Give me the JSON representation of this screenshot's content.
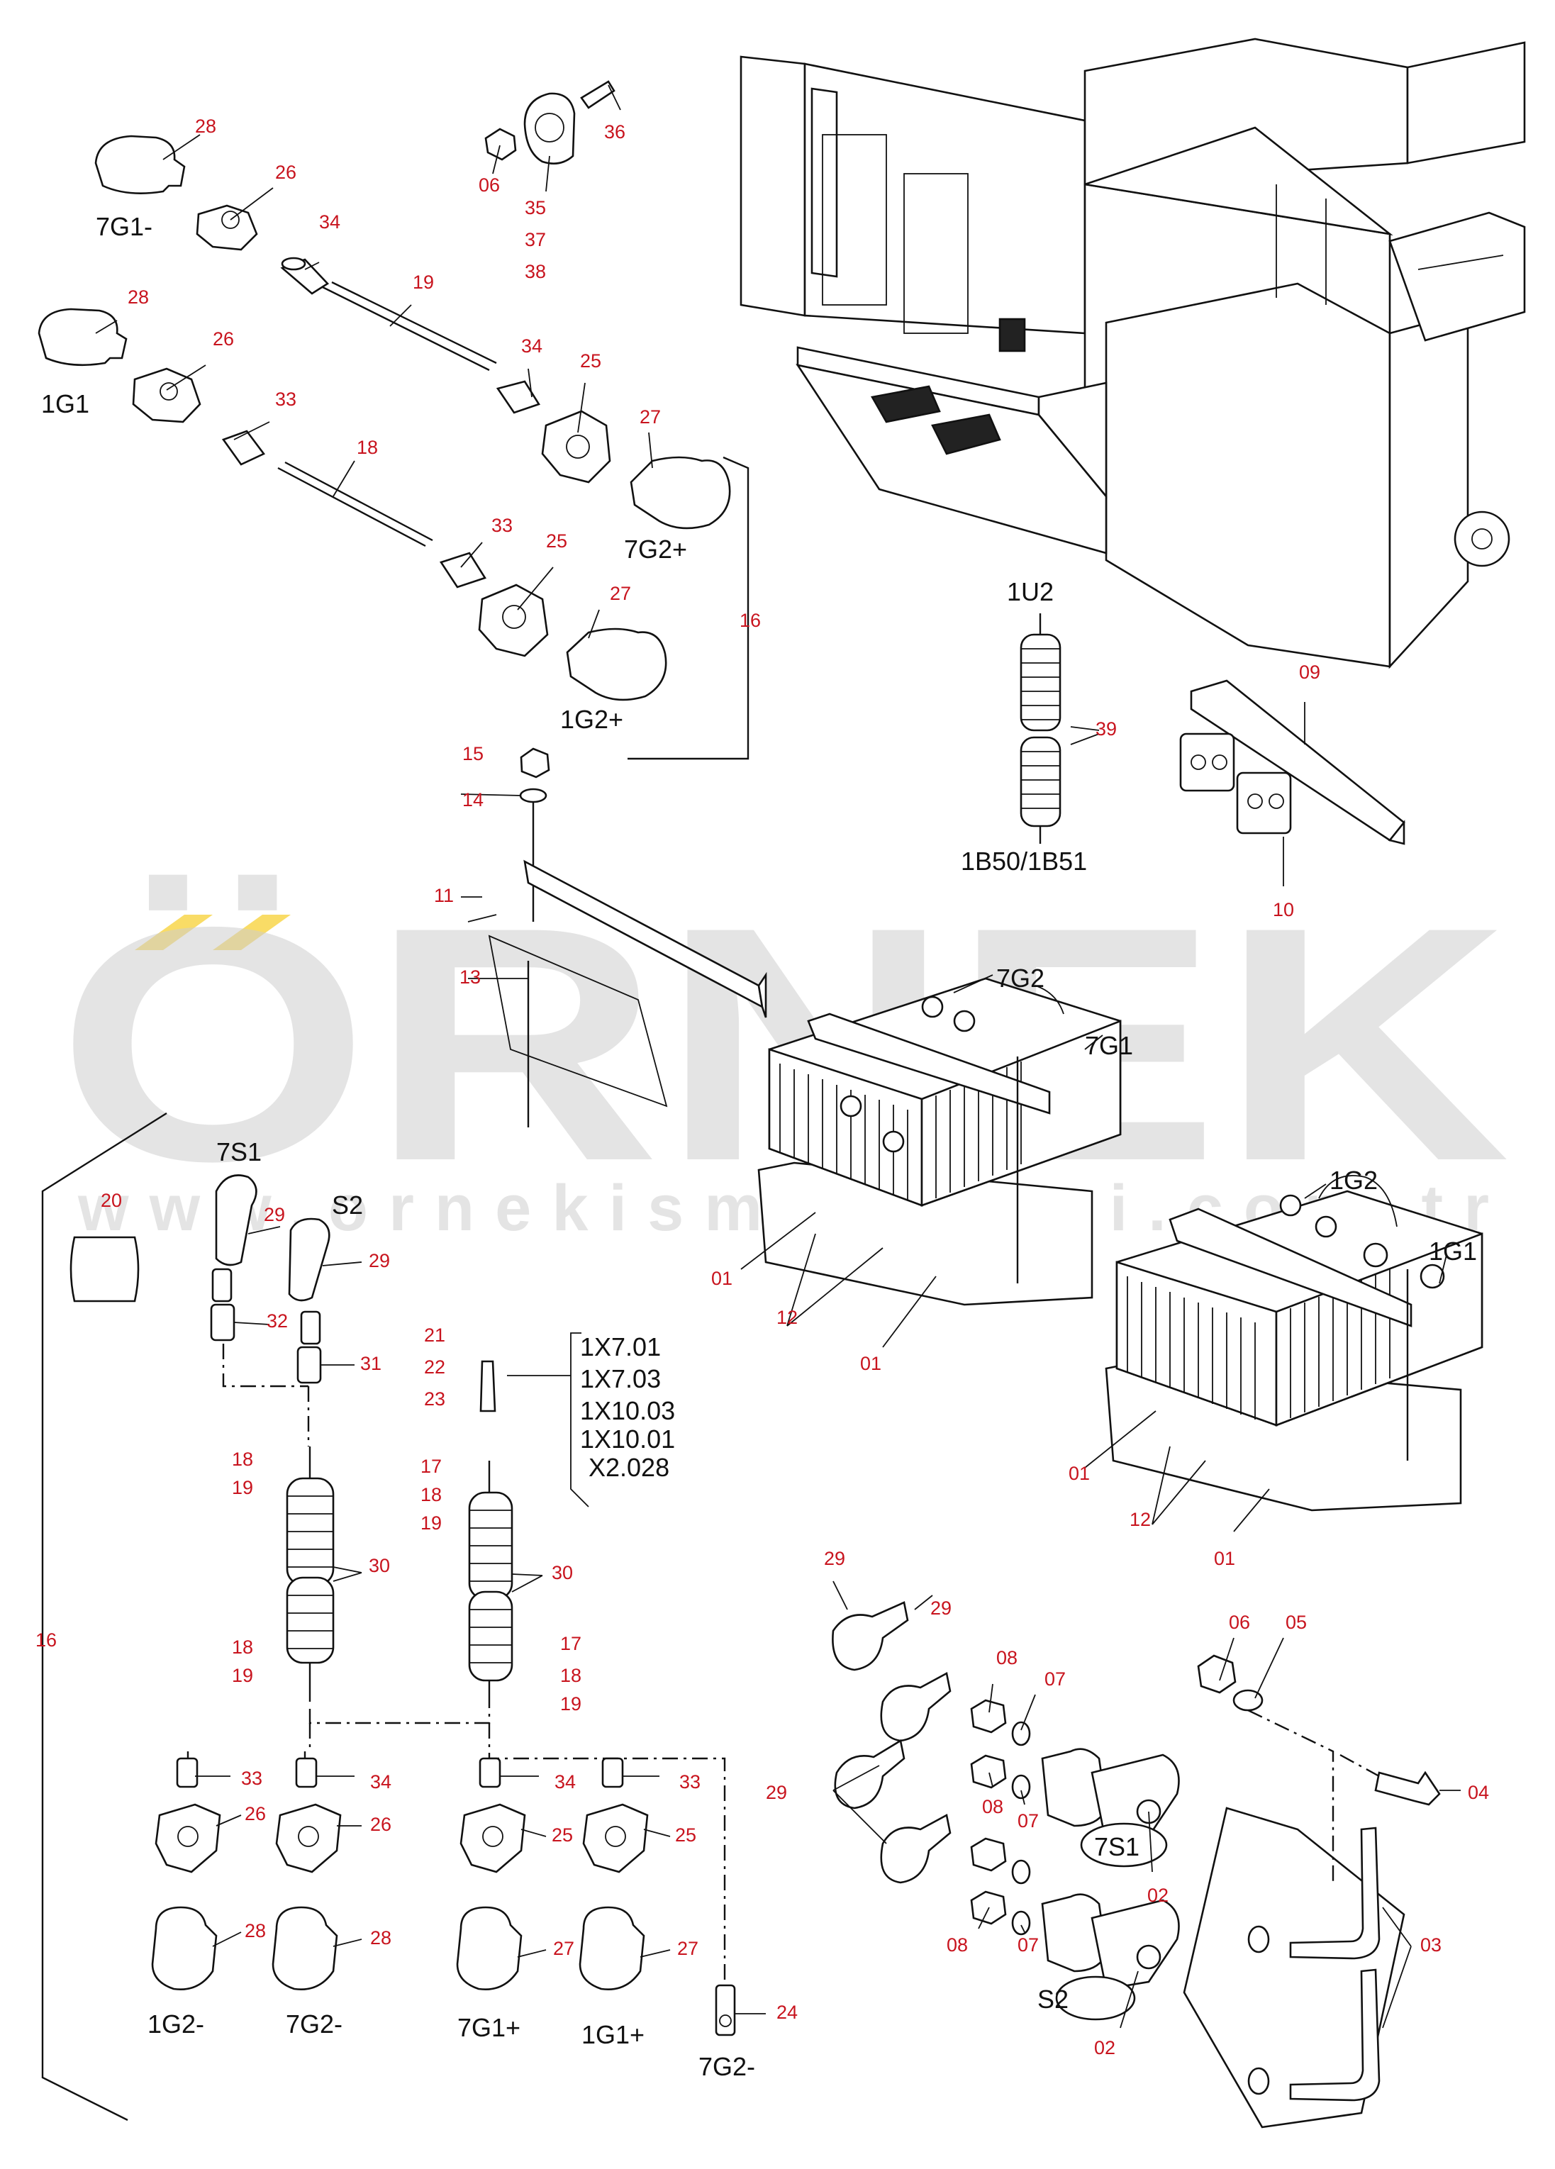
{
  "diagram": {
    "colors": {
      "callout": "#c8141e",
      "line": "#111111",
      "watermark": "#cfcfcf",
      "watermark_accent": "#f5c400"
    },
    "watermark": {
      "brand": "ÖRNEK",
      "url": "www.ornekismakinasi.com.tr"
    },
    "labels": {
      "7G1m_top": "7G1-",
      "1G1_top": "1G1",
      "7G2p_top": "7G2+",
      "1G2p_top": "1G2+",
      "1U2": "1U2",
      "1B50_1B51": "1B50/1B51",
      "7G2_bat": "7G2",
      "7G1_bat": "7G1",
      "1G2_bat": "1G2",
      "1G1_bat": "1G1",
      "7S1_a": "7S1",
      "S2_a": "S2",
      "conn_1": "1X7.01",
      "conn_2": "1X7.03",
      "conn_3": "1X10.03",
      "conn_4": "1X10.01",
      "conn_5": "X2.028",
      "b_1G2m": "1G2-",
      "b_7G2m": "7G2-",
      "b_7G1p": "7G1+",
      "b_1G1p": "1G1+",
      "b_7G2m2": "7G2-",
      "7S1_b": "7S1",
      "S2_b": "S2"
    },
    "callouts": {
      "n28a": "28",
      "n26a": "26",
      "n34a": "34",
      "n19a": "19",
      "n28b": "28",
      "n26b": "26",
      "n34b": "34",
      "n25a": "25",
      "n27a": "27",
      "n33a": "33",
      "n18a": "18",
      "n33b": "33",
      "n25b": "25",
      "n27b": "27",
      "n16a": "16",
      "n36": "36",
      "n06a": "06",
      "n35": "35",
      "n37": "37",
      "n38": "38",
      "n39": "39",
      "n09": "09",
      "n10": "10",
      "n15": "15",
      "n14": "14",
      "n11": "11",
      "n13": "13",
      "n01a": "01",
      "n12a": "12",
      "n01b": "01",
      "n01c": "01",
      "n12b": "12",
      "n01d": "01",
      "n20": "20",
      "n29a": "29",
      "n29b": "29",
      "n32": "32",
      "n31": "31",
      "n21": "21",
      "n22": "22",
      "n23": "23",
      "n18b": "18",
      "n19b": "19",
      "n17a": "17",
      "n18c": "18",
      "n19c": "19",
      "n30a": "30",
      "n30b": "30",
      "n18d": "18",
      "n19d": "19",
      "n17b": "17",
      "n18e": "18",
      "n19e": "19",
      "n16b": "16",
      "n33c": "33",
      "n26c": "26",
      "n28c": "28",
      "n34c": "34",
      "n26d": "26",
      "n28d": "28",
      "n34d": "34",
      "n25c": "25",
      "n27c": "27",
      "n33d": "33",
      "n25d": "25",
      "n27d": "27",
      "n24": "24",
      "n29c": "29",
      "n29d": "29",
      "n29e": "29",
      "n08a": "08",
      "n07a": "07",
      "n08b": "08",
      "n07b": "07",
      "n08c": "08",
      "n07c": "07",
      "n02a": "02",
      "n02b": "02",
      "n06b": "06",
      "n05": "05",
      "n04": "04",
      "n03": "03"
    }
  }
}
